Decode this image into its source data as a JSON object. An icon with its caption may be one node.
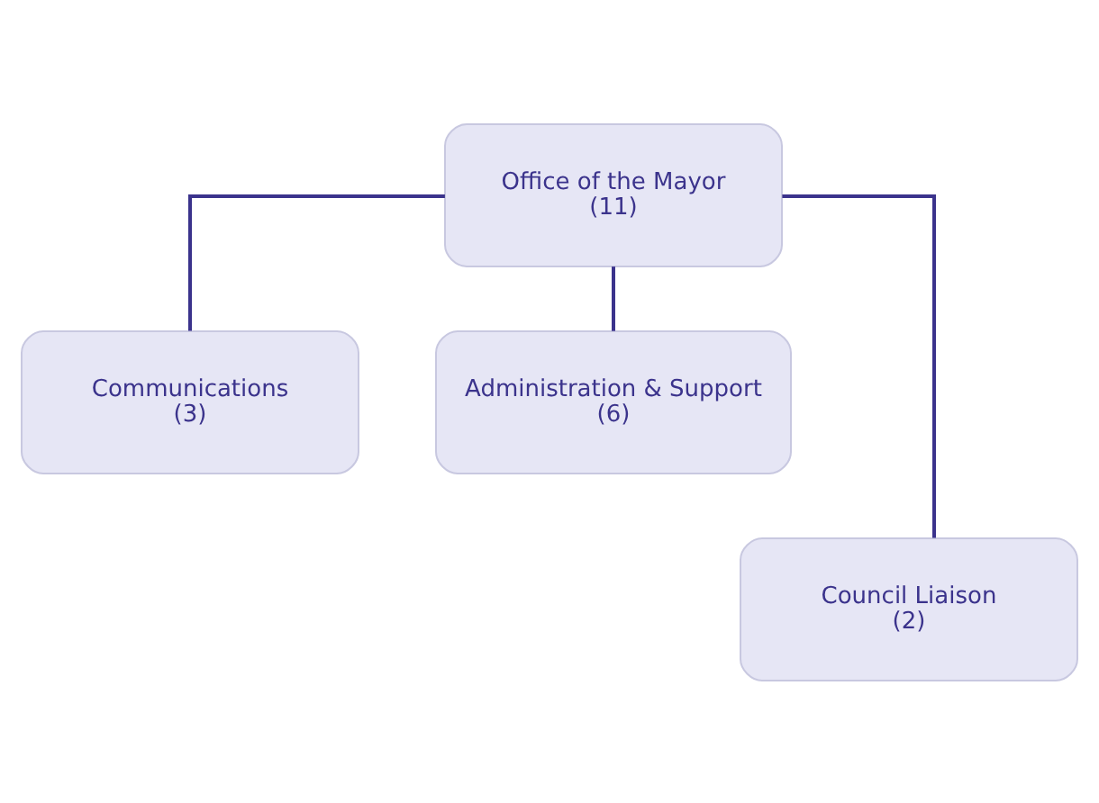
{
  "diagram": {
    "nodes": [
      {
        "text": [
          "Office of the Mayor",
          "(11)"
        ]
      },
      {
        "text": [
          "Communications",
          "(3)"
        ]
      },
      {
        "text": [
          "Administration & Support",
          "(6)"
        ]
      },
      {
        "text": [
          "Council Liaison",
          "(2)"
        ]
      }
    ],
    "edges": [
      {
        "from": 0,
        "to": 1,
        "arrow": "none"
      },
      {
        "from": 0,
        "to": 2,
        "arrow": "none"
      },
      {
        "from": 0,
        "to": 3,
        "arrow": "none"
      }
    ]
  }
}
